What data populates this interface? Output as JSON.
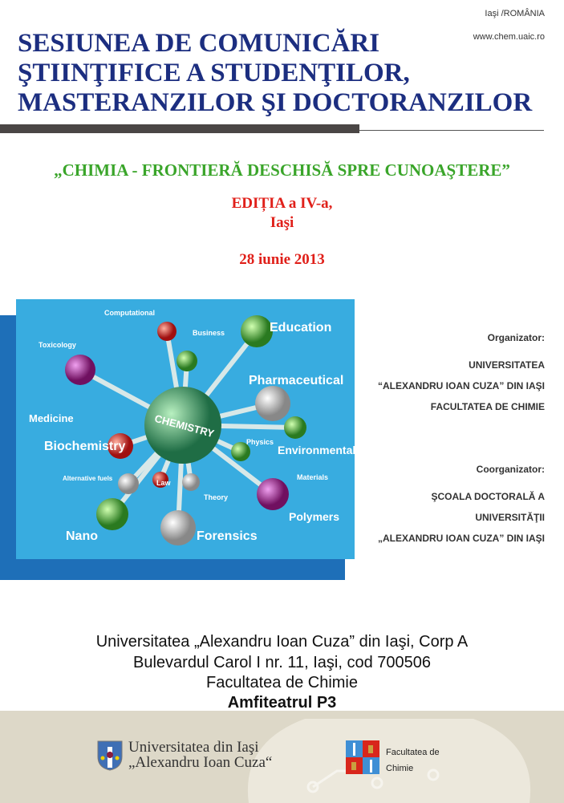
{
  "header": {
    "location": "Iaşi /ROMÂNIA",
    "website": "www.chem.uaic.ro",
    "title_lines": [
      "SESIUNEA DE COMUNICĂRI",
      "ŞTIINŢIFICE A STUDENŢILOR,",
      "MASTERANZILOR ŞI DOCTORANZILOR"
    ]
  },
  "subtitle": "„CHIMIA - FRONTIERĂ DESCHISĂ SPRE CUNOAŞTERE”",
  "edition": "EDIȚIA a IV-a,",
  "city": "Iaşi",
  "date": "28 iunie 2013",
  "image": {
    "center": "CHEMISTRY",
    "labels": [
      "Computational",
      "Business",
      "Education",
      "Toxicology",
      "Pharmaceutical",
      "Medicine",
      "Biochemistry",
      "Physics",
      "Environmental",
      "Alternative fuels",
      "Law",
      "Theory",
      "Materials",
      "Polymers",
      "Nano",
      "Forensics"
    ]
  },
  "organizer": {
    "label": "Organizator:",
    "lines": [
      "UNIVERSITATEA",
      "“ALEXANDRU IOAN CUZA” DIN IAŞI",
      "FACULTATEA DE CHIMIE"
    ]
  },
  "coorganizer": {
    "label": "Coorganizator:",
    "lines": [
      "ŞCOALA DOCTORALĂ A",
      "UNIVERSITĂŢII",
      "„ALEXANDRU IOAN CUZA” DIN IAŞI"
    ]
  },
  "address": [
    "Universitatea „Alexandru Ioan Cuza” din Iaşi, Corp A",
    "Bulevardul Carol I nr. 11, Iaşi, cod 700506",
    "Facultatea de Chimie",
    "Amfiteatrul P3"
  ],
  "footer": {
    "university_line1": "Universitatea din Iaşi",
    "university_line2": "„Alexandru Ioan Cuza“",
    "faculty_line1": "Facultatea de",
    "faculty_line2": "Chimie"
  }
}
